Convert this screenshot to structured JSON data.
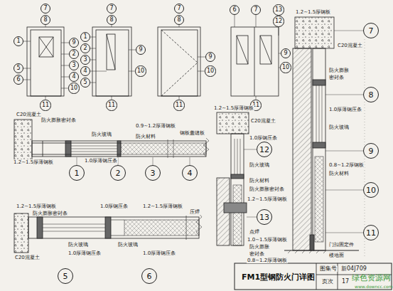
{
  "diagram": {
    "title": "FM1型钢防火门详图",
    "nodes": [
      {
        "text": [
          "7"
        ]
      },
      {
        "text": [
          "8"
        ]
      },
      {
        "text": [
          "1"
        ]
      },
      {
        "text": [
          "5"
        ]
      },
      {
        "text": [
          "6"
        ]
      },
      {
        "text": [
          "9"
        ]
      },
      {
        "text": [
          "2"
        ]
      },
      {
        "text": [
          "3"
        ]
      },
      {
        "text": [
          "4"
        ]
      },
      {
        "text": [
          "10"
        ]
      },
      {
        "text": [
          "11"
        ]
      },
      {
        "text": [
          "7"
        ]
      },
      {
        "text": [
          "8"
        ]
      },
      {
        "text": [
          "1"
        ]
      },
      {
        "text": [
          "2"
        ]
      },
      {
        "text": [
          "3"
        ]
      },
      {
        "text": [
          "4"
        ]
      },
      {
        "text": [
          "5"
        ]
      },
      {
        "text": [
          "9"
        ]
      },
      {
        "text": [
          "10"
        ]
      },
      {
        "text": [
          "11"
        ]
      },
      {
        "text": [
          "7"
        ]
      },
      {
        "text": [
          "8"
        ]
      },
      {
        "text": [
          "9"
        ]
      },
      {
        "text": [
          "10"
        ]
      },
      {
        "text": [
          "11"
        ]
      },
      {
        "text": [
          "6"
        ]
      },
      {
        "text": [
          "7"
        ]
      },
      {
        "text": [
          "13"
        ]
      },
      {
        "text": [
          "12"
        ]
      },
      {
        "text": [
          "9"
        ]
      },
      {
        "text": [
          "10"
        ]
      },
      {
        "text": [
          "11"
        ]
      },
      {
        "text": [
          "7"
        ]
      },
      {
        "text": [
          "8"
        ]
      },
      {
        "text": [
          "12"
        ]
      },
      {
        "text": [
          "9"
        ]
      },
      {
        "text": [
          "1"
        ]
      },
      {
        "text": [
          "2"
        ]
      },
      {
        "text": [
          "3"
        ]
      },
      {
        "text": [
          "4"
        ]
      },
      {
        "text": [
          "10"
        ]
      },
      {
        "text": [
          "13"
        ]
      },
      {
        "text": [
          "11"
        ]
      },
      {
        "text": [
          "5"
        ]
      },
      {
        "text": [
          "6"
        ]
      }
    ],
    "labels": [
      "C20混凝土",
      "防火膨胀密封条",
      "防火玻璃",
      "0.9~1.2厚薄钢板",
      "防火材料",
      "钢板盖缝板",
      "1.2~1.5厚薄钢板",
      "1.0厚薄钢压条",
      "1.2~1.5厚薄钢板",
      "防火膨胀密封条",
      "C20混凝土",
      "防火玻璃",
      "1.0厚薄钢压条",
      "1.0厚钢压条",
      "1.2~1.5厚薄钢板",
      "压焊",
      "防火玻璃",
      "1.0厚薄钢压条",
      "1.2~1.5厚薄钢板",
      "C20混凝土",
      "1.0厚钢压条",
      "防火玻璃",
      "防火材料",
      "防火膨胀密封条",
      "1.2~1.5厚薄钢板",
      "点焊",
      "1.0~1.5厚薄钢板",
      "防火膨胀",
      "密封条",
      "0.8~1.2厚薄钢板",
      "1.2~1.5厚钢板",
      "C20混凝土",
      "防火膨胀",
      "密封条",
      "1.0厚薄钢压条",
      "防火玻璃",
      "0.8~1.2厚钢板",
      "防火材料",
      "门扣固定件",
      "楼地面",
      "图集号",
      "新04J709",
      "页次",
      "17",
      "绿色资源网",
      "www.downcc.com"
    ]
  }
}
